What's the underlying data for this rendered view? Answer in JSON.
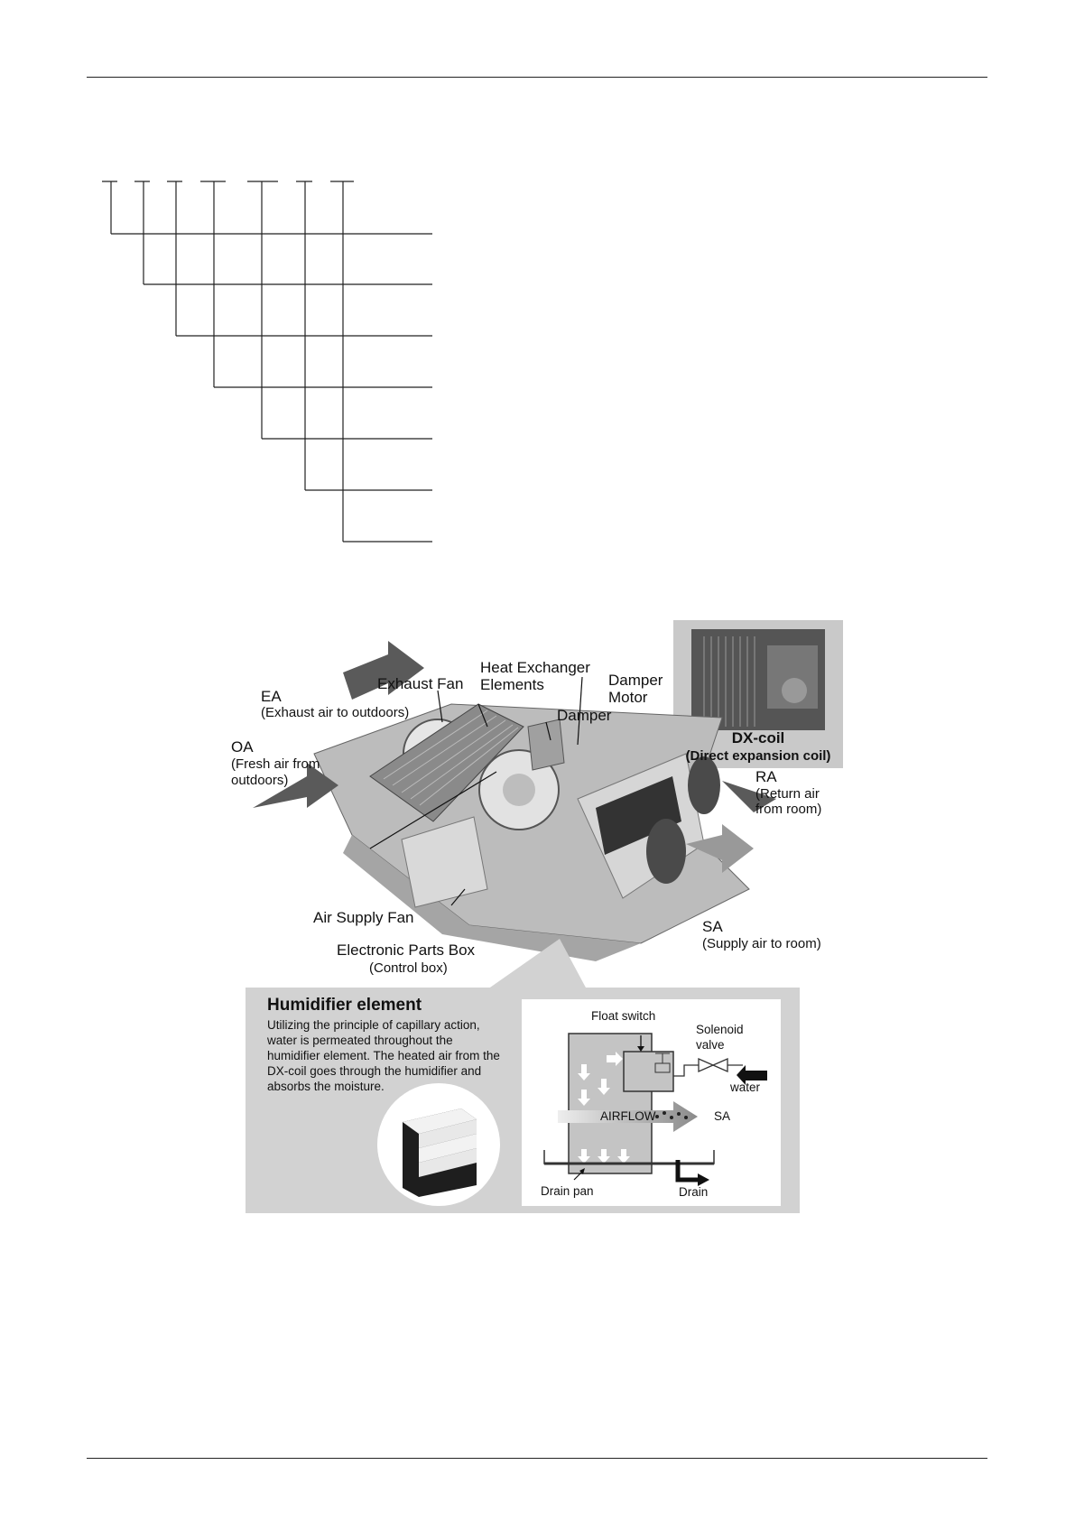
{
  "page": {
    "model_code_lines": 7
  },
  "diagram": {
    "labels": {
      "ea_title": "EA",
      "ea_desc": "(Exhaust air to outdoors)",
      "exhaust_fan": "Exhaust Fan",
      "heat_exchanger_1": "Heat Exchanger",
      "heat_exchanger_2": "Elements",
      "damper_motor_1": "Damper",
      "damper_motor_2": "Motor",
      "damper": "Damper",
      "oa_title": "OA",
      "oa_desc_1": "(Fresh air from",
      "oa_desc_2": "outdoors)",
      "dx_coil_title": "DX-coil",
      "dx_coil_desc": "(Direct expansion coil)",
      "ra_title": "RA",
      "ra_desc_1": "(Return air",
      "ra_desc_2": "from room)",
      "air_supply_fan": "Air Supply Fan",
      "electronic_parts_box": "Electronic Parts Box",
      "control_box": "(Control box)",
      "sa_title": "SA",
      "sa_desc": "(Supply air to room)"
    },
    "humidifier": {
      "title": "Humidifier element",
      "desc_1": "Utilizing the principle of capillary action,",
      "desc_2": "water is permeated throughout the",
      "desc_3": "humidifier element. The heated air from the",
      "desc_4": "DX-coil goes through the humidifier and",
      "desc_5": "absorbs the moisture."
    },
    "schematic": {
      "float_switch": "Float switch",
      "solenoid_1": "Solenoid",
      "solenoid_2": "valve",
      "water": "water",
      "airflow": "AIRFLOW",
      "sa": "SA",
      "drain_pan": "Drain pan",
      "drain": "Drain"
    }
  },
  "colors": {
    "panel_gray": "#d2d2d2",
    "unit_gray": "#b8b8b8",
    "dark": "#2a2a2a"
  }
}
